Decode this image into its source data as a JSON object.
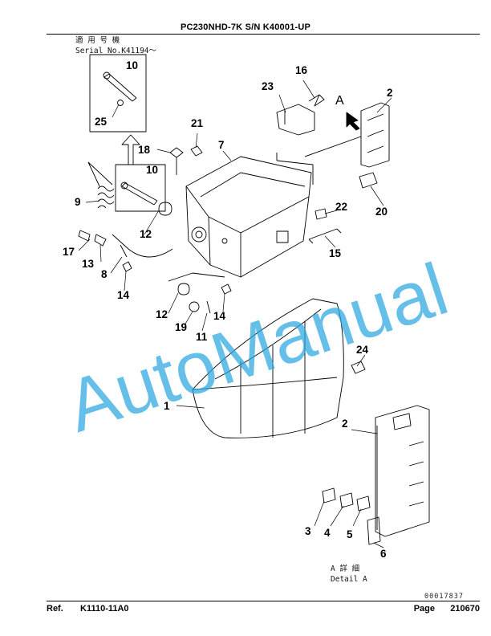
{
  "header": {
    "title": "PC230NHD-7K S/N K40001-UP"
  },
  "serial_note": {
    "line1": "適 用 号 機",
    "line2": "Serial No.K41194～"
  },
  "callouts": {
    "c1": "1",
    "c2a": "2",
    "c2b": "2",
    "c3": "3",
    "c4": "4",
    "c5": "5",
    "c6": "6",
    "c7": "7",
    "c8": "8",
    "c9": "9",
    "c10a": "10",
    "c10b": "10",
    "c11": "11",
    "c12a": "12",
    "c12b": "12",
    "c13": "13",
    "c14a": "14",
    "c14b": "14",
    "c15": "15",
    "c16": "16",
    "c17": "17",
    "c18": "18",
    "c19": "19",
    "c20": "20",
    "c21": "21",
    "c22": "22",
    "c23": "23",
    "c24": "24",
    "c25": "25"
  },
  "view_marker": "A",
  "detail": {
    "line1": "A 詳 細",
    "line2": "Detail A"
  },
  "drawing_id": "00017837",
  "watermark": "AutoManual",
  "footer": {
    "ref_label": "Ref.",
    "ref_value": "K1110-11A0",
    "page_label": "Page",
    "page_value": "210670"
  }
}
